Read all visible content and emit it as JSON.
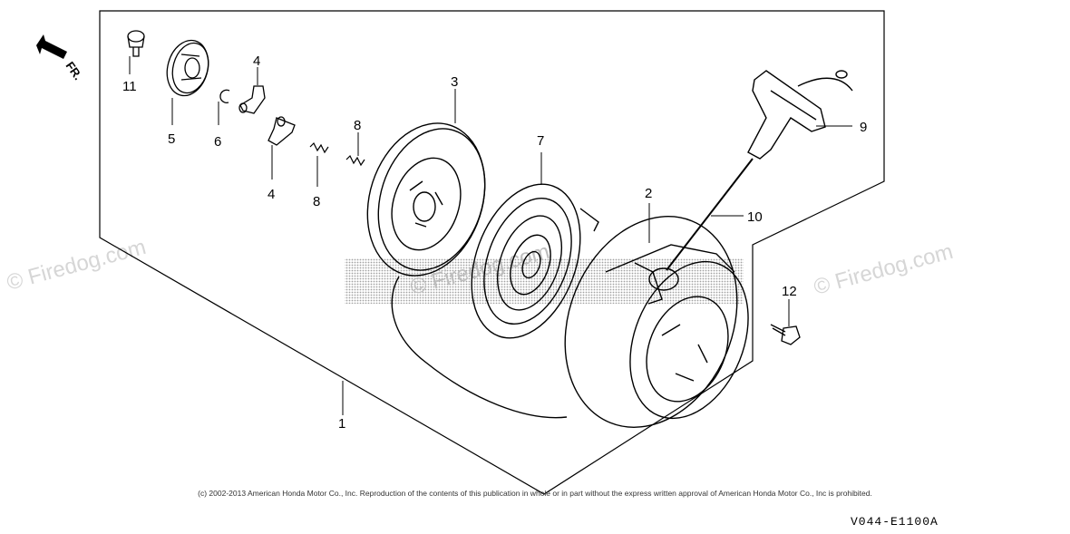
{
  "front_marker": "FR.",
  "parts": [
    {
      "id": "1",
      "label": "1"
    },
    {
      "id": "2",
      "label": "2"
    },
    {
      "id": "3",
      "label": "3"
    },
    {
      "id": "4a",
      "label": "4"
    },
    {
      "id": "4b",
      "label": "4"
    },
    {
      "id": "5",
      "label": "5"
    },
    {
      "id": "6",
      "label": "6"
    },
    {
      "id": "7",
      "label": "7"
    },
    {
      "id": "8a",
      "label": "8"
    },
    {
      "id": "8b",
      "label": "8"
    },
    {
      "id": "9",
      "label": "9"
    },
    {
      "id": "10",
      "label": "10"
    },
    {
      "id": "11",
      "label": "11"
    },
    {
      "id": "12",
      "label": "12"
    }
  ],
  "watermark": "© Firedog.com",
  "copyright": "(c) 2002-2013 American Honda Motor Co., Inc. Reproduction of the contents of this publication in whole or in part without the express written approval of American Honda Motor Co., Inc is prohibited.",
  "diagram_code": "V044-E1100A"
}
